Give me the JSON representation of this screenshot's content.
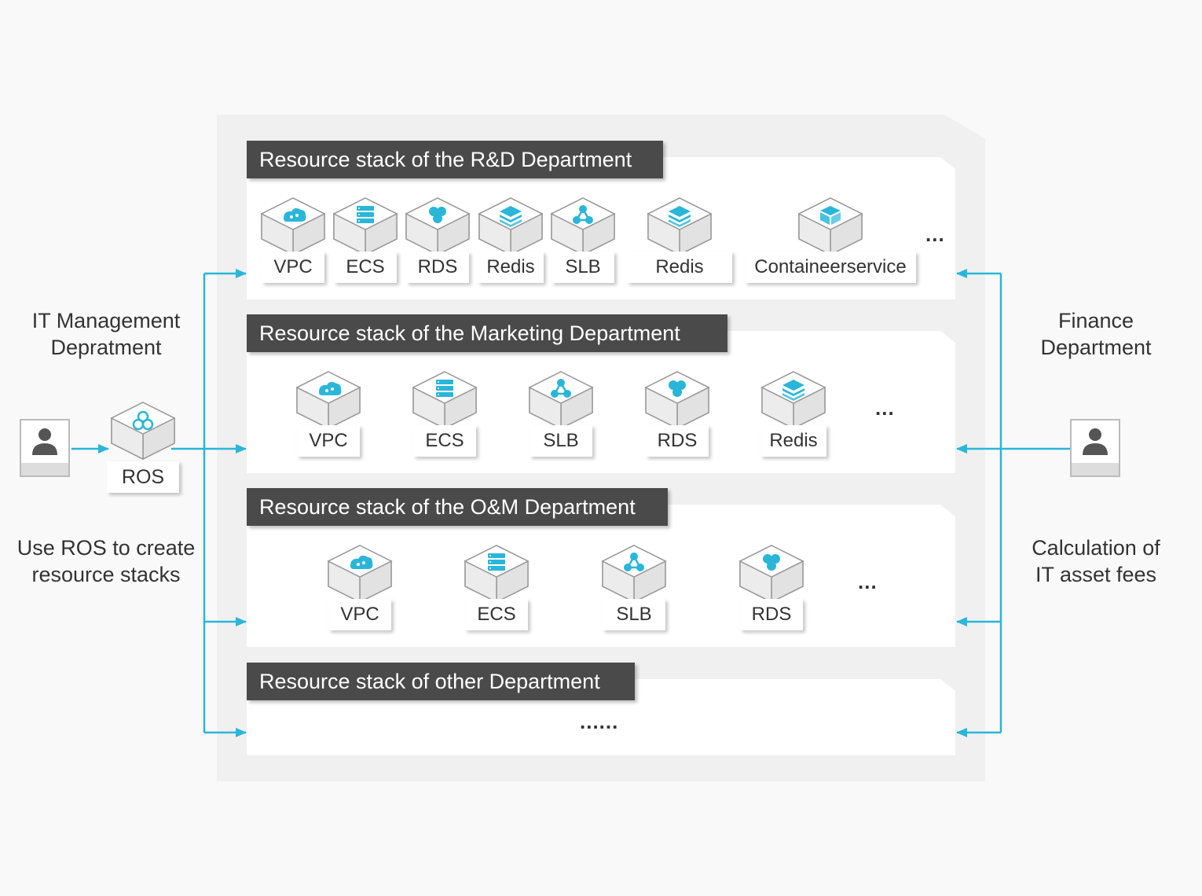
{
  "left": {
    "title_line1": "IT Management",
    "title_line2": "Depratment",
    "desc_line1": "Use ROS to create",
    "desc_line2": "resource stacks",
    "ros_label": "ROS"
  },
  "right": {
    "title_line1": "Finance",
    "title_line2": "Department",
    "desc_line1": "Calculation of",
    "desc_line2": "IT asset fees"
  },
  "stacks": [
    {
      "title": "Resource stack of the R&D Department",
      "resources": [
        {
          "label": "VPC",
          "icon": "vpc-icon"
        },
        {
          "label": "ECS",
          "icon": "ecs-icon"
        },
        {
          "label": "RDS",
          "icon": "rds-icon"
        },
        {
          "label": "Redis",
          "icon": "redis-icon"
        },
        {
          "label": "SLB",
          "icon": "slb-icon"
        },
        {
          "label": "Redis",
          "icon": "redis-icon"
        },
        {
          "label": "Containeerservice",
          "icon": "container-service-icon"
        }
      ],
      "more": "..."
    },
    {
      "title": "Resource stack of the Marketing Department",
      "resources": [
        {
          "label": "VPC",
          "icon": "vpc-icon"
        },
        {
          "label": "ECS",
          "icon": "ecs-icon"
        },
        {
          "label": "SLB",
          "icon": "slb-icon"
        },
        {
          "label": "RDS",
          "icon": "rds-icon"
        },
        {
          "label": "Redis",
          "icon": "redis-icon"
        }
      ],
      "more": "..."
    },
    {
      "title": "Resource stack of the O&M Department",
      "resources": [
        {
          "label": "VPC",
          "icon": "vpc-icon"
        },
        {
          "label": "ECS",
          "icon": "ecs-icon"
        },
        {
          "label": "SLB",
          "icon": "slb-icon"
        },
        {
          "label": "RDS",
          "icon": "rds-icon"
        }
      ],
      "more": "..."
    },
    {
      "title": "Resource stack of other Department",
      "resources": [],
      "more": "......"
    }
  ],
  "colors": {
    "accent": "#29b6d9",
    "title_bg": "#4a4a4a",
    "panel_bg": "#f0f0f0",
    "person_icon": "#555555"
  }
}
